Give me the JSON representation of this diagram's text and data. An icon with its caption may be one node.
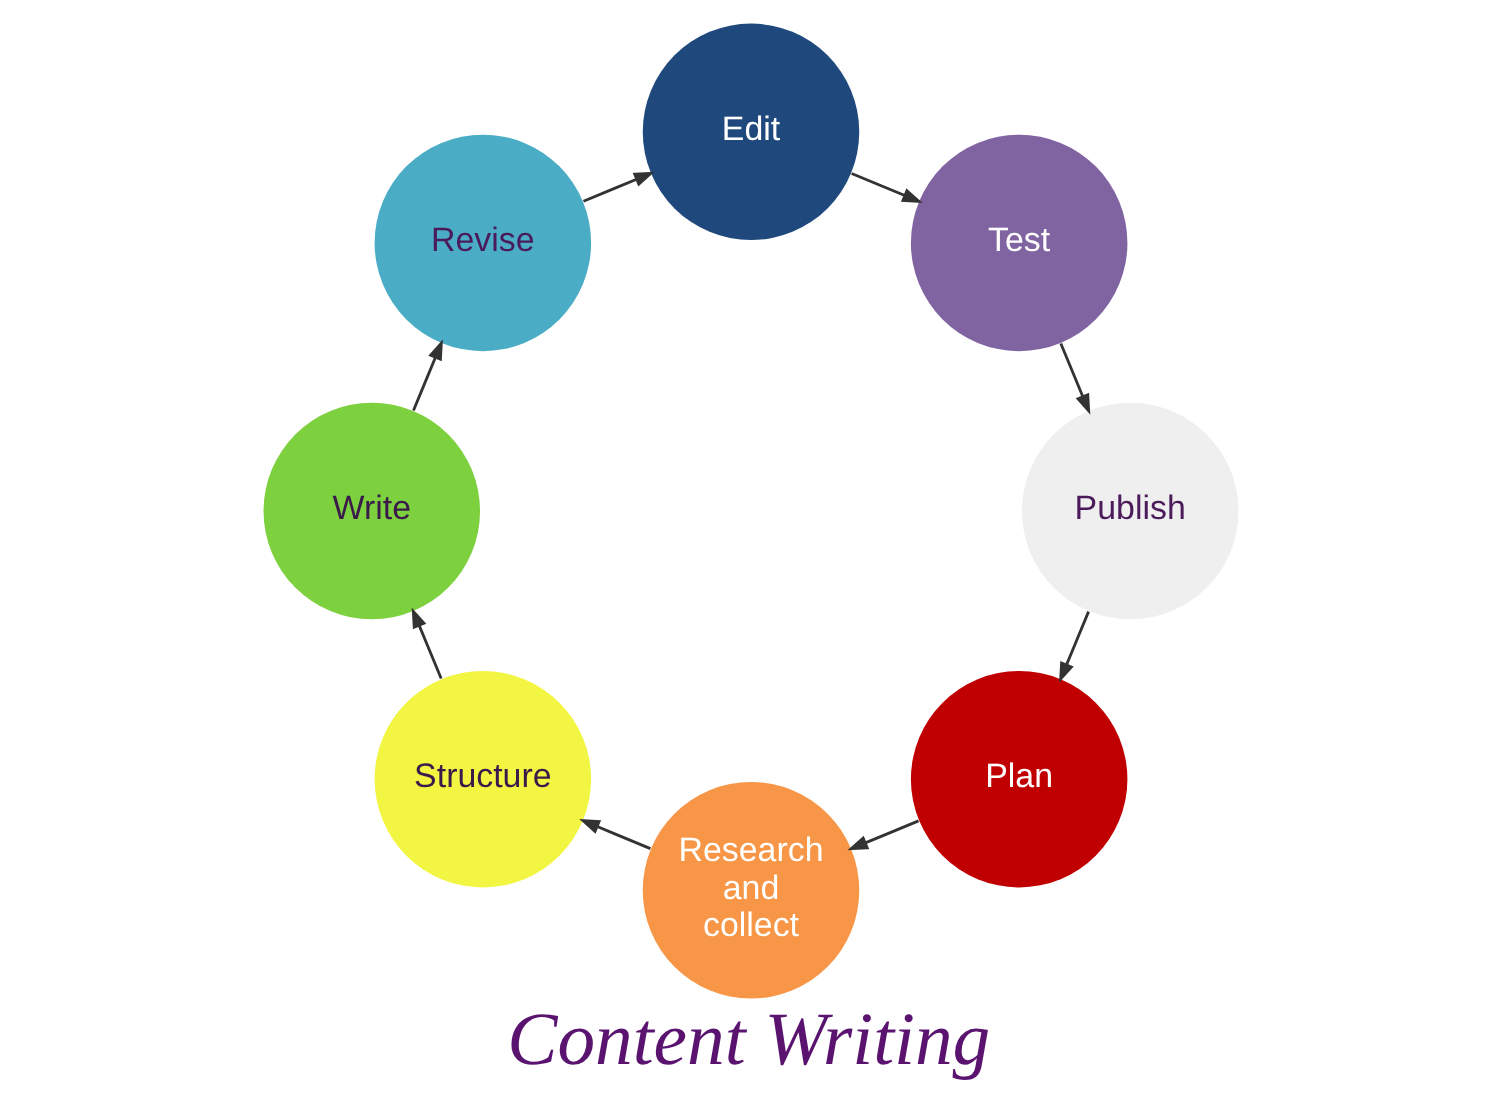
{
  "diagram": {
    "title": "Content Writing",
    "nodes": [
      {
        "text": [
          "Plan"
        ]
      },
      {
        "text": [
          "Research and collect"
        ]
      },
      {
        "text": [
          "Structure"
        ]
      },
      {
        "text": [
          "Write"
        ]
      },
      {
        "text": [
          "Revise"
        ]
      },
      {
        "text": [
          "Edit"
        ]
      },
      {
        "text": [
          "Test"
        ]
      },
      {
        "text": [
          "Publish"
        ]
      }
    ],
    "edges": [
      {
        "from": 0,
        "to": 1,
        "arrow": "to"
      },
      {
        "from": 1,
        "to": 2,
        "arrow": "to"
      },
      {
        "from": 2,
        "to": 3,
        "arrow": "to"
      },
      {
        "from": 3,
        "to": 4,
        "arrow": "to"
      },
      {
        "from": 4,
        "to": 5,
        "arrow": "to"
      },
      {
        "from": 5,
        "to": 6,
        "arrow": "to"
      },
      {
        "from": 6,
        "to": 7,
        "arrow": "to"
      },
      {
        "from": 7,
        "to": 0,
        "arrow": "to"
      }
    ]
  }
}
